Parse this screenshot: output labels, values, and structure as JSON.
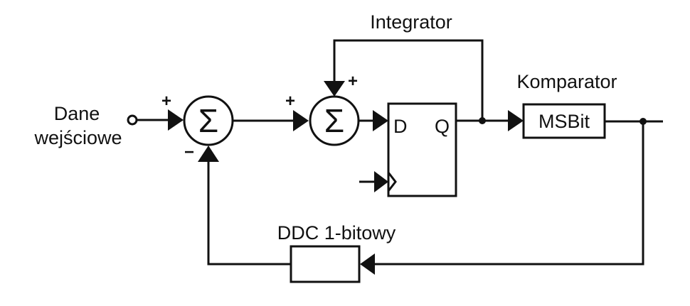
{
  "labels": {
    "input_line1": "Dane",
    "input_line2": "wejściowe",
    "integrator": "Integrator",
    "comparator": "Komparator",
    "comparator_block": "MSBit",
    "dac": "DDC 1-bitowy",
    "flipflop_d": "D",
    "flipflop_q": "Q",
    "sum_symbol": "Σ",
    "plus": "+",
    "minus": "−"
  }
}
